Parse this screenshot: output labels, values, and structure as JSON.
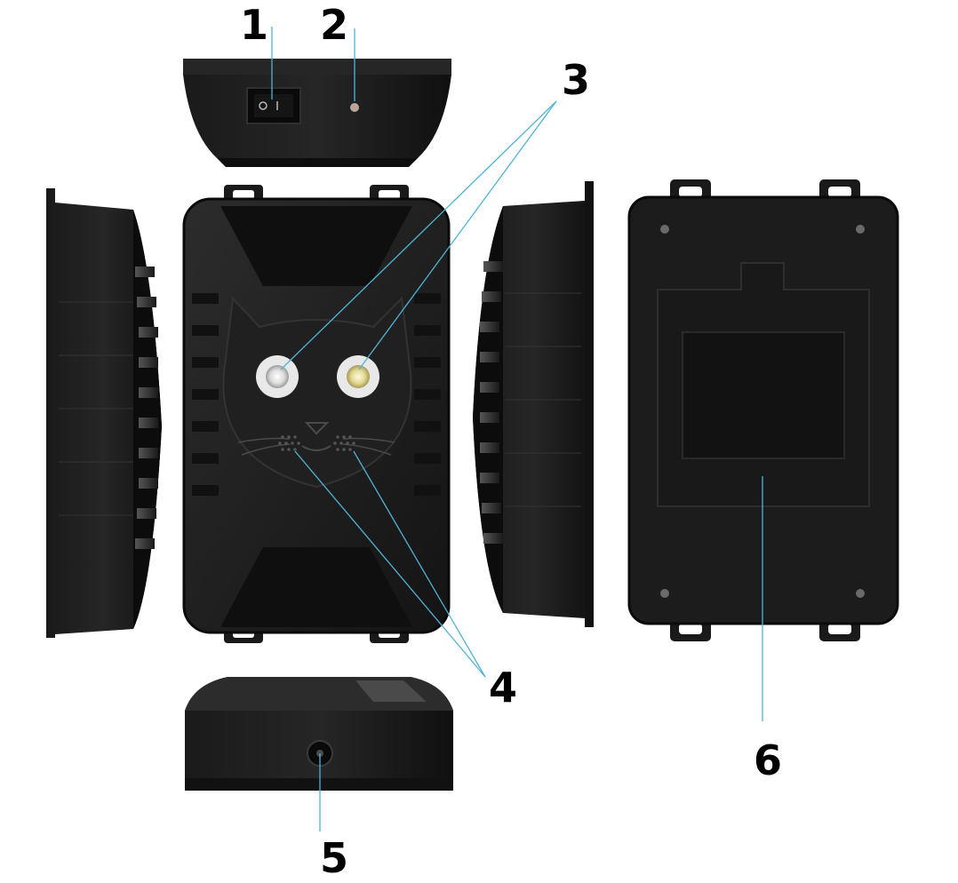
{
  "callouts": [
    {
      "id": "1",
      "label": "1"
    },
    {
      "id": "2",
      "label": "2"
    },
    {
      "id": "3",
      "label": "3"
    },
    {
      "id": "4",
      "label": "4"
    },
    {
      "id": "5",
      "label": "5"
    },
    {
      "id": "6",
      "label": "6"
    }
  ],
  "colors": {
    "body": "#1c1c1c",
    "body_dark": "#0d0d0d",
    "body_light": "#3a3a3a",
    "leader_line": "#4fb4d6",
    "led_white": "#e6e6e6",
    "led_yellow": "#d8cf88",
    "solar_panel": "#121212",
    "label": "#000000"
  },
  "icons": {
    "switch": "rocker-switch-icon",
    "indicator": "led-indicator-icon",
    "power_port": "dc-jack-icon",
    "screws": "screw-icon"
  }
}
